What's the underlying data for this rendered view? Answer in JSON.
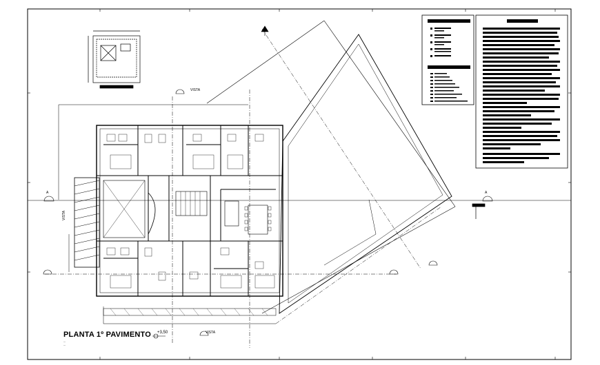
{
  "drawing": {
    "title": "PLANTA 1º PAVIMENTO",
    "elevation": "+3,50",
    "subtitle_line1": "---",
    "subtitle_line2": "---",
    "view_labels": [
      "VISTA",
      "VISTA",
      "VISTA"
    ],
    "section_letters": [
      "A",
      "A"
    ]
  },
  "colors": {
    "line": "#000000",
    "background": "#ffffff",
    "fill_dark": "#000000"
  },
  "icons": [
    "north-arrow-icon",
    "section-marker-icon",
    "elevation-marker-icon"
  ]
}
